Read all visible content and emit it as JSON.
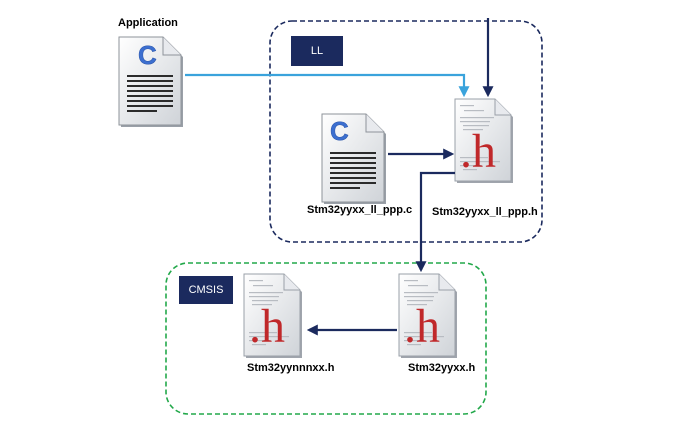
{
  "groups": {
    "ll": {
      "label": "LL",
      "border_color": "#1b2a5e"
    },
    "cmsis": {
      "label": "CMSIS",
      "border_color": "#22a84a"
    }
  },
  "files": {
    "application": {
      "label": "Application",
      "icon": "c-source-file-icon",
      "glyph": "C"
    },
    "ll_ppp_c": {
      "label": "Stm32yyxx_ll_ppp.c",
      "icon": "c-source-file-icon",
      "glyph": "C"
    },
    "ll_ppp_h": {
      "label": "Stm32yyxx_ll_ppp.h",
      "icon": "h-header-file-icon",
      "glyph": ".h"
    },
    "yyxx_h": {
      "label": "Stm32yyxx.h",
      "icon": "h-header-file-icon",
      "glyph": ".h"
    },
    "yynnnxx_h": {
      "label": "Stm32yynnnxx.h",
      "icon": "h-header-file-icon",
      "glyph": ".h"
    }
  },
  "colors": {
    "arrow_main": "#1b2a5e",
    "arrow_application": "#3aa3dc",
    "tag_background": "#1b2a5e",
    "c_glyph": "#3c6fd0",
    "h_glyph": "#c0282a"
  }
}
